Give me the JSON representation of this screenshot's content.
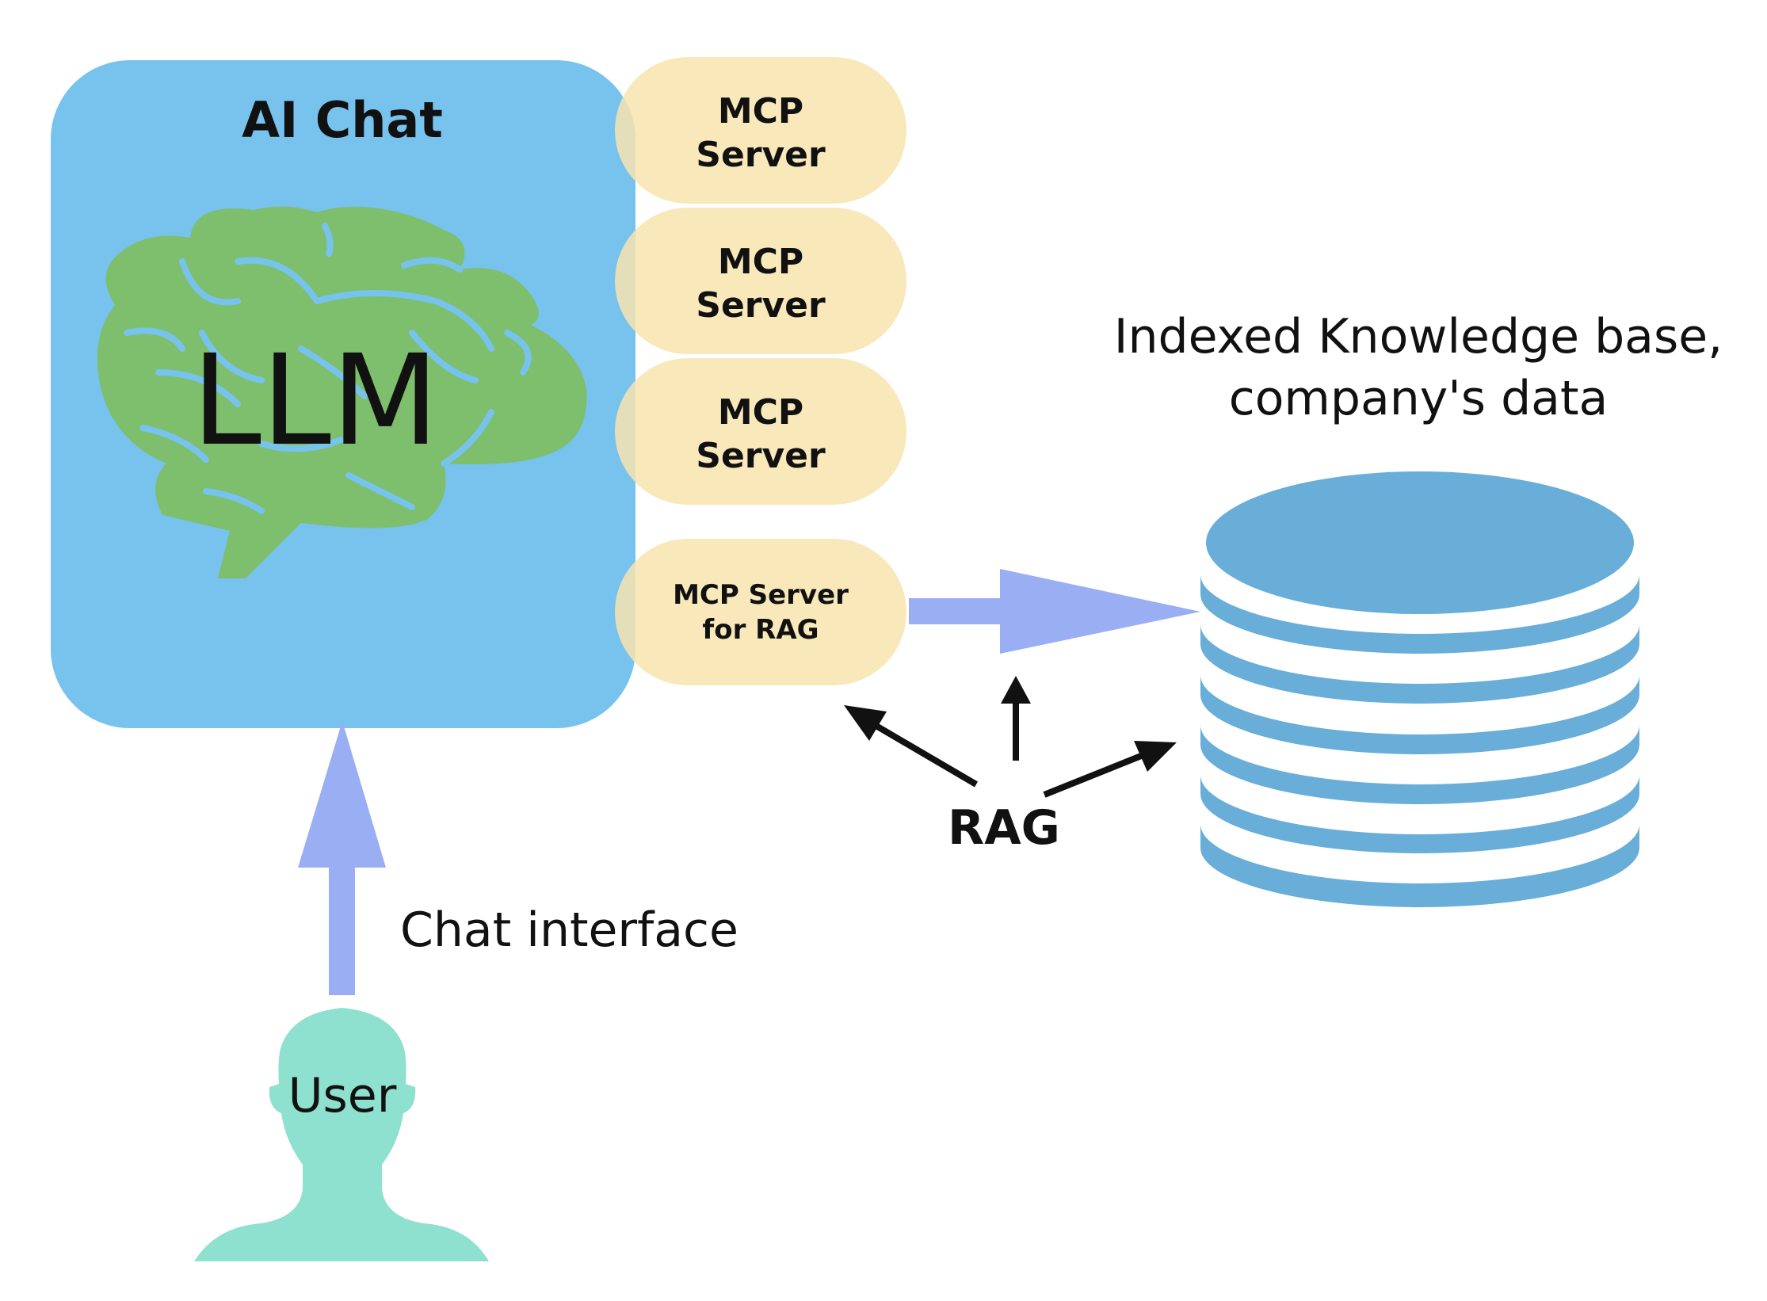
{
  "ai_chat": {
    "title": "AI Chat",
    "llm_label": "LLM"
  },
  "mcp_servers": [
    {
      "line1": "MCP",
      "line2": "Server"
    },
    {
      "line1": "MCP",
      "line2": "Server"
    },
    {
      "line1": "MCP",
      "line2": "Server"
    }
  ],
  "rag_server": {
    "line1": "MCP Server",
    "line2": "for RAG"
  },
  "knowledge_base": {
    "line1": "Indexed Knowledge base,",
    "line2": "company's data"
  },
  "rag_label": "RAG",
  "chat_interface_label": "Chat interface",
  "user_label": "User",
  "colors": {
    "ai_chat_fill": "#78c2ee",
    "mcp_fill": "#f7e4ae",
    "brain_fill": "#7dbf6c",
    "arrow_fill": "#9aaef3",
    "database_fill": "#68aed9",
    "user_fill": "#8ee0cf",
    "text": "#111111"
  },
  "icons": {
    "brain": "brain-icon",
    "database": "database-icon",
    "user": "user-silhouette-icon"
  }
}
